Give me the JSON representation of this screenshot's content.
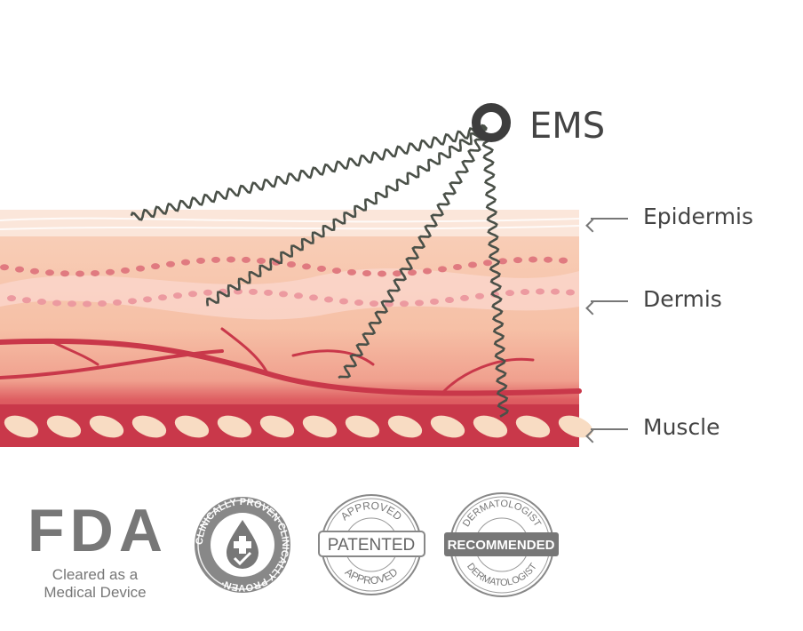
{
  "emitter": {
    "label": "EMS"
  },
  "layers": [
    {
      "label": "Epidermis"
    },
    {
      "label": "Dermis"
    },
    {
      "label": "Muscle"
    }
  ],
  "badges": {
    "fda": {
      "title": "FDA",
      "line1": "Cleared as a",
      "line2": "Medical Device"
    },
    "clinical": {
      "ring_text": "CLINICALLY PROVEN·CLINICALLY PROVEN·"
    },
    "patented": {
      "center": "PATENTED",
      "top": "APPROVED",
      "bottom": "APPROVED"
    },
    "dermatologist": {
      "center": "RECOMMENDED",
      "top": "DERMATOLOGIST",
      "bottom": "DERMATOLOGIST"
    }
  },
  "colors": {
    "wave": "#4a5048",
    "badge": "#777777",
    "muscle": "#c9384a"
  }
}
